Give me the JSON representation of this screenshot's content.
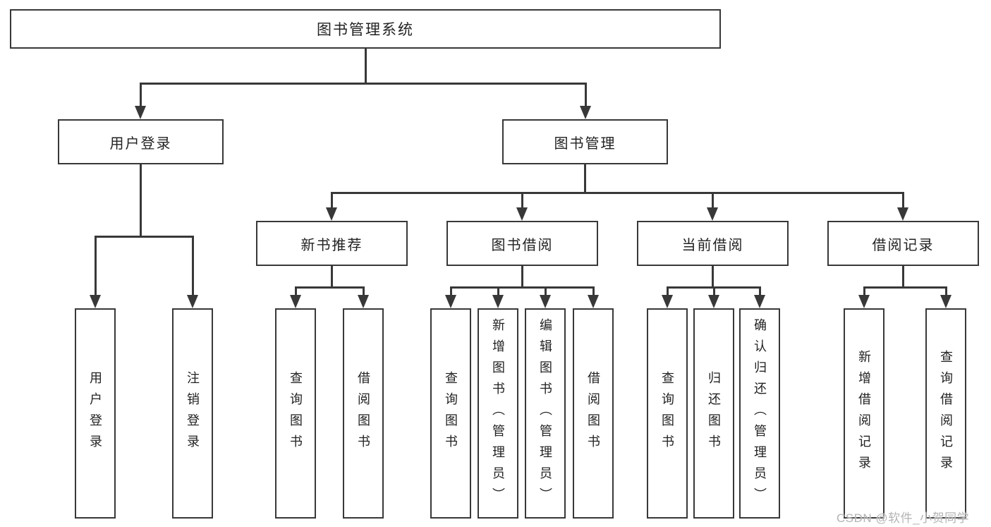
{
  "tree": {
    "label": "图书管理系统",
    "children": [
      {
        "label": "用户登录",
        "children": [
          {
            "label": "用户登录"
          },
          {
            "label": "注销登录"
          }
        ]
      },
      {
        "label": "图书管理",
        "children": [
          {
            "label": "新书推荐",
            "children": [
              {
                "label": "查询图书"
              },
              {
                "label": "借阅图书"
              }
            ]
          },
          {
            "label": "图书借阅",
            "children": [
              {
                "label": "查询图书"
              },
              {
                "label": "新增图书（管理员）"
              },
              {
                "label": "编辑图书（管理员）"
              },
              {
                "label": "借阅图书"
              }
            ]
          },
          {
            "label": "当前借阅",
            "children": [
              {
                "label": "查询图书"
              },
              {
                "label": "归还图书"
              },
              {
                "label": "确认归还（管理员）"
              }
            ]
          },
          {
            "label": "借阅记录",
            "children": [
              {
                "label": "新增借阅记录"
              },
              {
                "label": "查询借阅记录"
              }
            ]
          }
        ]
      }
    ]
  },
  "watermark": {
    "text": "CSDN @软件_小贺同学"
  },
  "colors": {
    "line": "#383838",
    "text": "#222222",
    "watermark": "#b4b4b4",
    "background": "#ffffff"
  }
}
